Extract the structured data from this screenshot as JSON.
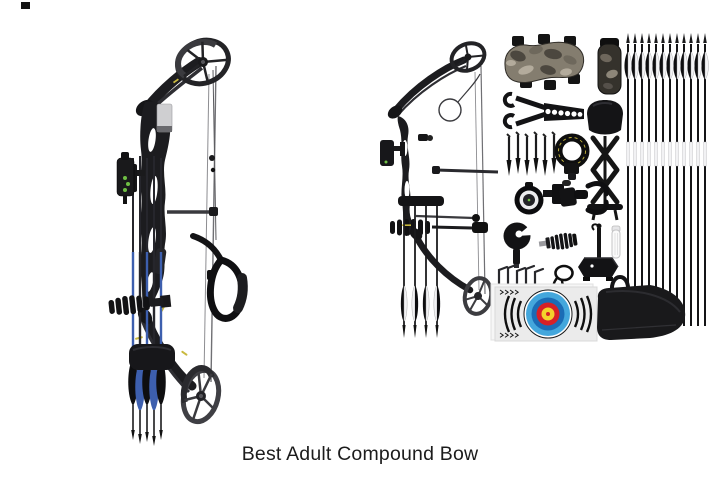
{
  "caption": {
    "text": "Best Adult Compound Bow"
  },
  "figures": {
    "left": {
      "name": "black-compound-bow",
      "parts": [
        "top-cam",
        "upper-limb",
        "riser",
        "limb-decal",
        "bow-sight",
        "cable-slide-rod",
        "stabilizer",
        "quiver-with-blue-arrows",
        "wrist-sling",
        "lower-limb",
        "bottom-cam",
        "bowstring-and-cables"
      ]
    },
    "right": {
      "name": "compound-bow-kit",
      "parts": [
        "compound-bow-with-quiver",
        "camo-arm-guard",
        "camo-quiver",
        "multi-hole-bow-wrench",
        "arrow-points",
        "wrist-release-aid",
        "hooded-arrow-quiver",
        "scope-sight",
        "arrow-rest",
        "arrow-puller",
        "stabilizer",
        "bow-stand",
        "wax-tube",
        "allen-wrenches",
        "d-loop-rope",
        "paper-targets",
        "soft-bow-case",
        "arrow-set-of-12"
      ]
    }
  },
  "colors": {
    "background": "#ffffff",
    "caption_text": "#1c1c1c",
    "arrow_blue": "#3d5fae",
    "accent_yellow": "#c9b93f",
    "sight_green": "#6fbf44",
    "camo_base": "#847d6f",
    "camo_dark": "#4c473f",
    "camo_light": "#b3ab9c",
    "target_paper": "#ebebeb",
    "target_blue_light": "#44a7dc",
    "target_blue_dark": "#1b6cb5",
    "target_red": "#d62027",
    "target_yellow": "#f4d22c"
  }
}
